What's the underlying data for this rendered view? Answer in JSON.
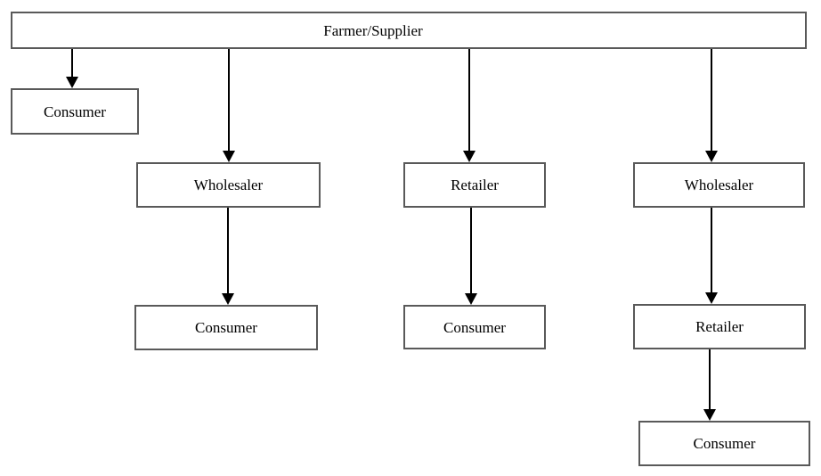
{
  "diagram": {
    "type": "flowchart",
    "nodes": {
      "farmer_supplier": {
        "label": "Farmer/Supplier"
      },
      "consumer_direct": {
        "label": "Consumer"
      },
      "wholesaler_a": {
        "label": "Wholesaler"
      },
      "retailer_b": {
        "label": "Retailer"
      },
      "wholesaler_c": {
        "label": "Wholesaler"
      },
      "consumer_a": {
        "label": "Consumer"
      },
      "consumer_b": {
        "label": "Consumer"
      },
      "retailer_c": {
        "label": "Retailer"
      },
      "consumer_c": {
        "label": "Consumer"
      }
    },
    "edges": [
      {
        "from": "farmer_supplier",
        "to": "consumer_direct"
      },
      {
        "from": "farmer_supplier",
        "to": "wholesaler_a"
      },
      {
        "from": "farmer_supplier",
        "to": "retailer_b"
      },
      {
        "from": "farmer_supplier",
        "to": "wholesaler_c"
      },
      {
        "from": "wholesaler_a",
        "to": "consumer_a"
      },
      {
        "from": "retailer_b",
        "to": "consumer_b"
      },
      {
        "from": "wholesaler_c",
        "to": "retailer_c"
      },
      {
        "from": "retailer_c",
        "to": "consumer_c"
      }
    ],
    "colors": {
      "background": "#ffffff",
      "box_border": "#595959",
      "arrow": "#000000",
      "text": "#000000"
    }
  }
}
